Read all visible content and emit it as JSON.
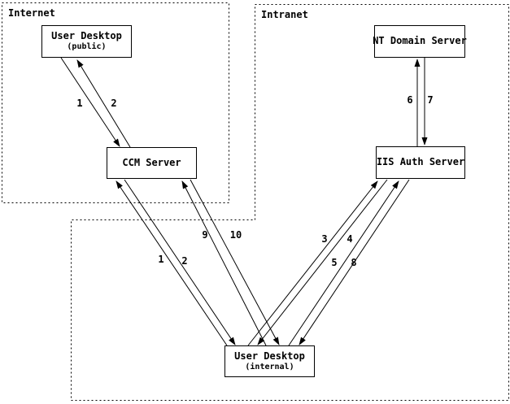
{
  "zones": {
    "internet": {
      "label": "Internet"
    },
    "intranet": {
      "label": "Intranet"
    }
  },
  "nodes": {
    "user_desktop_public": {
      "title": "User Desktop",
      "subtitle": "(public)"
    },
    "ccm_server": {
      "title": "CCM Server"
    },
    "nt_domain_server": {
      "title": "NT Domain Server"
    },
    "iis_auth_server": {
      "title": "IIS Auth Server"
    },
    "user_desktop_internal": {
      "title": "User Desktop",
      "subtitle": "(internal)"
    }
  },
  "flow_labels": {
    "public_to_ccm": "1",
    "ccm_to_public": "2",
    "internal_to_ccm_a": "1",
    "ccm_to_internal_a": "2",
    "internal_to_iis_a": "3",
    "iis_to_internal_a": "4",
    "internal_to_iis_b": "5",
    "iis_to_nt": "6",
    "nt_to_iis": "7",
    "iis_to_internal_b": "8",
    "internal_to_ccm_b": "9",
    "ccm_to_internal_b": "10"
  },
  "colors": {
    "line": "#000000",
    "background": "#ffffff"
  }
}
